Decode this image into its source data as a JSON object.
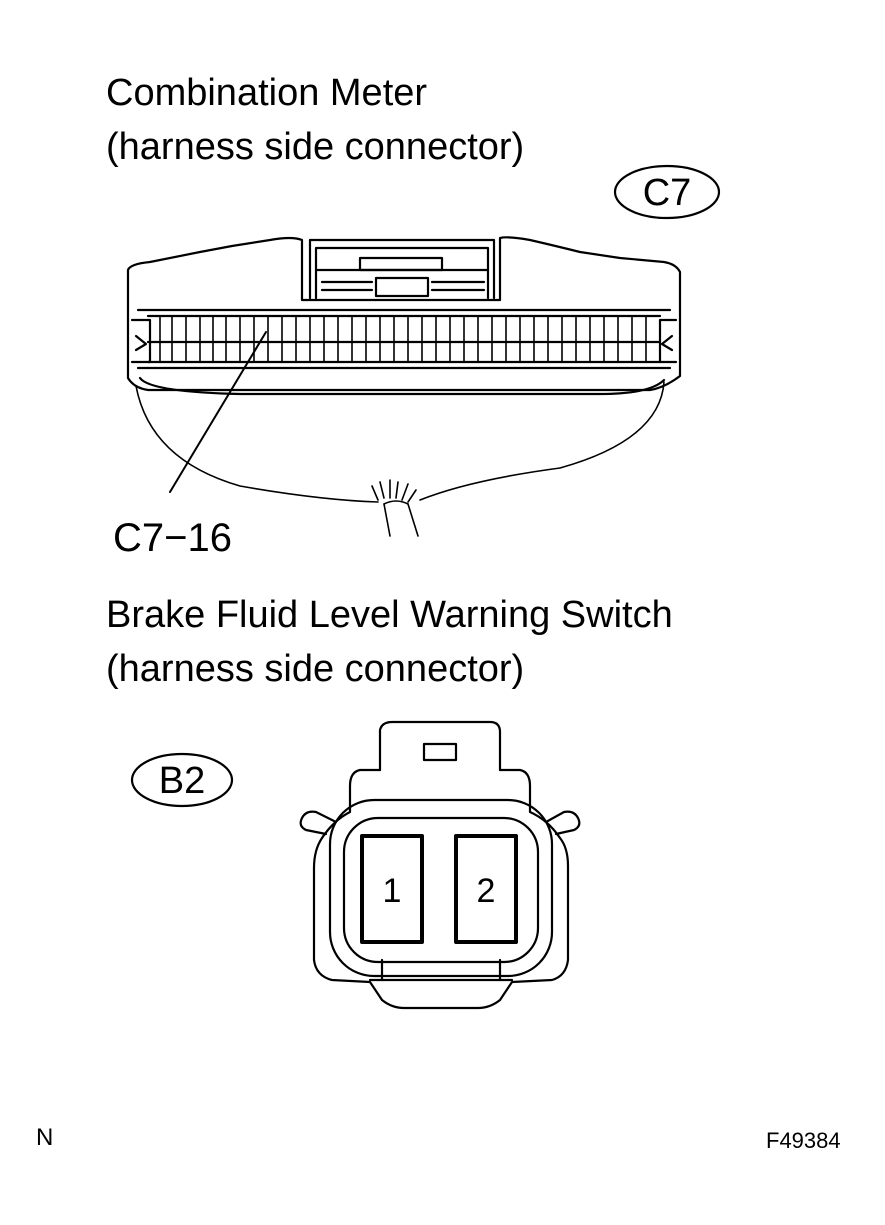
{
  "connector_c7": {
    "title_line1": "Combination Meter",
    "title_line2": "(harness side connector)",
    "code": "C7",
    "pin_callout": "C7−16"
  },
  "connector_b2": {
    "title_line1": "Brake Fluid Level Warning Switch",
    "title_line2": "(harness side connector)",
    "code": "B2",
    "pins": [
      "1",
      "2"
    ]
  },
  "footer": {
    "left_mark": "N",
    "figure_id": "F49384"
  }
}
